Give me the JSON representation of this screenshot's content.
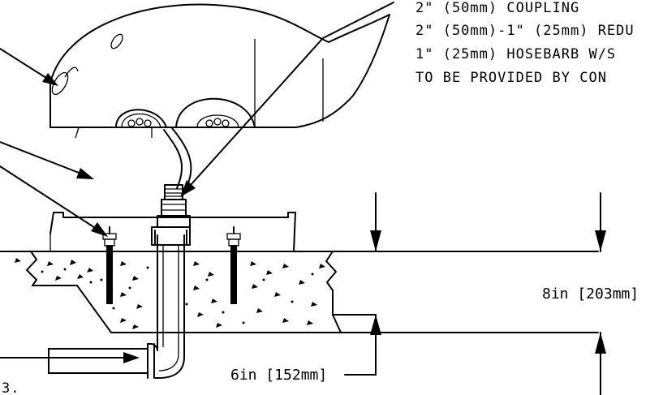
{
  "notes": {
    "line1": "2\" (50mm) COUPLING",
    "line2": "2\" (50mm)-1\" (25mm) REDU",
    "line3": "1\" (25mm) HOSEBARB W/S",
    "line4": "TO BE PROVIDED BY CON"
  },
  "dimensions": {
    "overall_depth": "8in [203mm]",
    "slab_depth": "6in [152mm]"
  },
  "corner_text": "3."
}
